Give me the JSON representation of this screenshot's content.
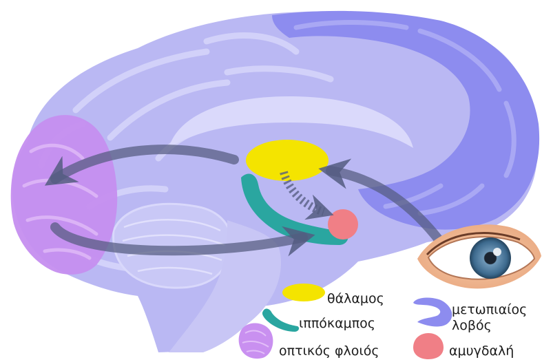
{
  "colors": {
    "brain": "#b9b7f2",
    "brain_dark": "#9f9ce6",
    "frontal_lobe": "#8f8ef0",
    "visual_cortex": "#c990f0",
    "thalamus": "#f4e400",
    "hippocampus": "#2aa6a0",
    "amygdala": "#f07f86",
    "arrow": "#545c80"
  },
  "legend": {
    "thalamus": {
      "label": "θάλαμος",
      "icon": "yellow-blob-icon"
    },
    "hippocampus": {
      "label": "ιππόκαμπος",
      "icon": "teal-curve-icon"
    },
    "visual_cortex": {
      "label": "οπτικός φλοιός",
      "icon": "purple-brain-icon"
    },
    "frontal_lobe": {
      "label_line1": "μετωπιαίος",
      "label_line2": "λοβός",
      "icon": "blue-crescent-icon"
    },
    "amygdala": {
      "label": "αμυγδαλή",
      "icon": "pink-circle-icon"
    }
  },
  "illustration": {
    "eye_icon": "eye-icon",
    "arrows": [
      "eye-to-thalamus-arrow",
      "thalamus-to-visual-cortex-arrow",
      "visual-cortex-to-amygdala-arrow",
      "thalamus-to-amygdala-dotted-arrow"
    ]
  }
}
